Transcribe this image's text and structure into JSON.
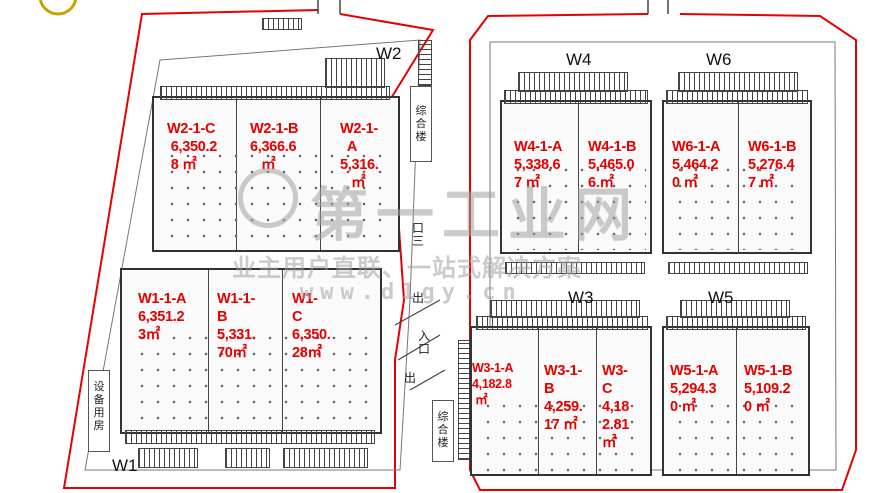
{
  "watermark": {
    "brand": "第一工业网",
    "slogan": "业主用户直联、一站式解决方案",
    "url": "www.d1gy.cn"
  },
  "blocks": [
    {
      "id": "W2",
      "label": "W2"
    },
    {
      "id": "W1",
      "label": "W1"
    },
    {
      "id": "W4",
      "label": "W4"
    },
    {
      "id": "W6",
      "label": "W6"
    },
    {
      "id": "W3",
      "label": "W3"
    },
    {
      "id": "W5",
      "label": "W5"
    }
  ],
  "units": {
    "w2_1_c": "W2-1-C\n 6,350.2\n 8 ㎡",
    "w2_1_b": "W2-1-B\n6,366.6\n   ㎡",
    "w2_1_a": "W2-1-\n  A\n5,316.\n   ㎡",
    "w1_1_a": "W1-1-A\n6,351.2\n3㎡",
    "w1_1_b": "W1-1-\nB\n5,331.\n70㎡",
    "w1_1_c": "W1-\nC\n6,350.\n28㎡",
    "w4_1_a": "W4-1-A\n5,338.6\n7 ㎡",
    "w4_1_b": "W4-1-B\n5,465.0\n6 ㎡",
    "w6_1_a": "W6-1-A\n5,464.2\n0 ㎡",
    "w6_1_b": "W6-1-B\n5,276.4\n7 ㎡",
    "w3_1_a": "W3-1-A\n4,182.8\n ㎡",
    "w3_1_b": "W3-1-\nB\n4,259.\n17 ㎡",
    "w3_1_c": "W3-\nC\n4,18\n2.81\n㎡",
    "w5_1_a": "W5-1-A\n5,294.3\n0 ㎡",
    "w5_1_b": "W5-1-B\n5,109.2\n0 ㎡"
  },
  "vertical_labels": {
    "complex_right_of_w2": "综合楼",
    "complex_left_of_w3": "综合楼",
    "equipment_room": "设备用房",
    "gate_three": "口三",
    "gate_exit": "出",
    "gate_entry": "入口",
    "gate_out": "出"
  },
  "colors": {
    "boundary": "#e60000",
    "unit_text": "#e60000",
    "structure": "#333333"
  }
}
